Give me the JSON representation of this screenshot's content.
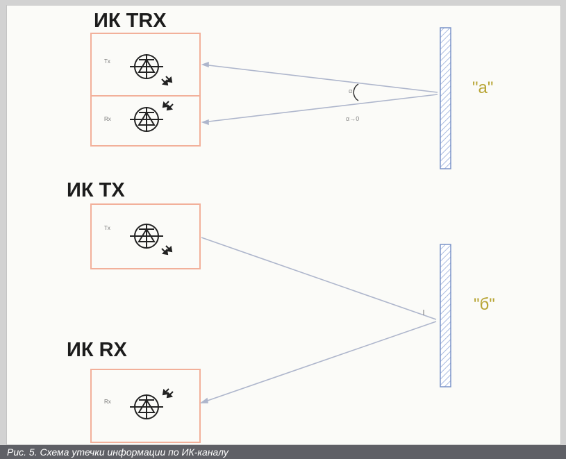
{
  "colors": {
    "box_border": "#f2b09a",
    "beam": "#aeb6cc",
    "mirror_border": "#7a93c8",
    "mirror_hatch": "#a9bbe0",
    "letter": "#b7a433",
    "caption_bg": "#5f6066"
  },
  "trx": {
    "title": "ИК TRX",
    "tx_label": "Tx",
    "rx_label": "Rx",
    "angle_label": "α",
    "angle_note": "α→0",
    "mirror_label": "\"а\""
  },
  "tx": {
    "title": "ИК TX",
    "tx_label": "Tx"
  },
  "rx": {
    "title": "ИК RX",
    "rx_label": "Rx",
    "mirror_label": "\"б\""
  },
  "caption": "Рис. 5. Схема утечки информации по ИК-каналу",
  "icons": {
    "transmitter": "led-emitter-icon",
    "receiver": "photodiode-receiver-icon"
  }
}
